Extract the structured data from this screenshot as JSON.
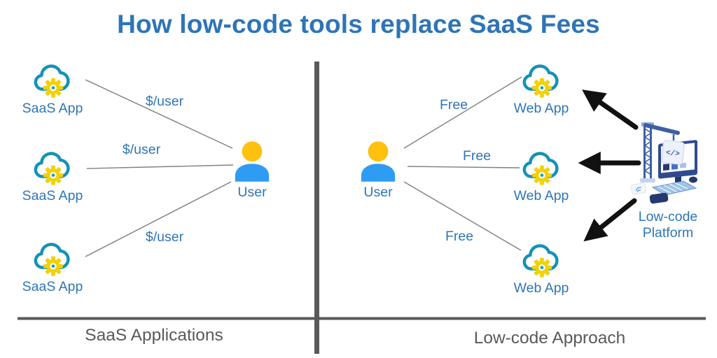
{
  "title": "How low-code tools replace SaaS Fees",
  "left": {
    "section_label": "SaaS Applications",
    "apps": [
      "SaaS App",
      "SaaS App",
      "SaaS App"
    ],
    "fees": [
      "$/user",
      "$/user",
      "$/user"
    ],
    "user_label": "User"
  },
  "right": {
    "section_label": "Low-code Approach",
    "apps": [
      "Web App",
      "Web App",
      "Web App"
    ],
    "fees": [
      "Free",
      "Free",
      "Free"
    ],
    "user_label": "User",
    "platform_label_line1": "Low-code",
    "platform_label_line2": "Platform",
    "platform_glyph": "</>"
  },
  "colors": {
    "title_blue": "#2E75B6",
    "label_blue": "#2E75B6",
    "cloud_teal": "#1591B7",
    "gear_yellow": "#F2D108",
    "gear_center_teal": "#17A2B8",
    "user_head_yellow": "#FFC010",
    "user_body_blue": "#2F9CF4",
    "connector_gray": "#7F7F7F",
    "divider_gray": "#595959",
    "section_text_gray": "#595959",
    "arrow_black": "#111111"
  }
}
